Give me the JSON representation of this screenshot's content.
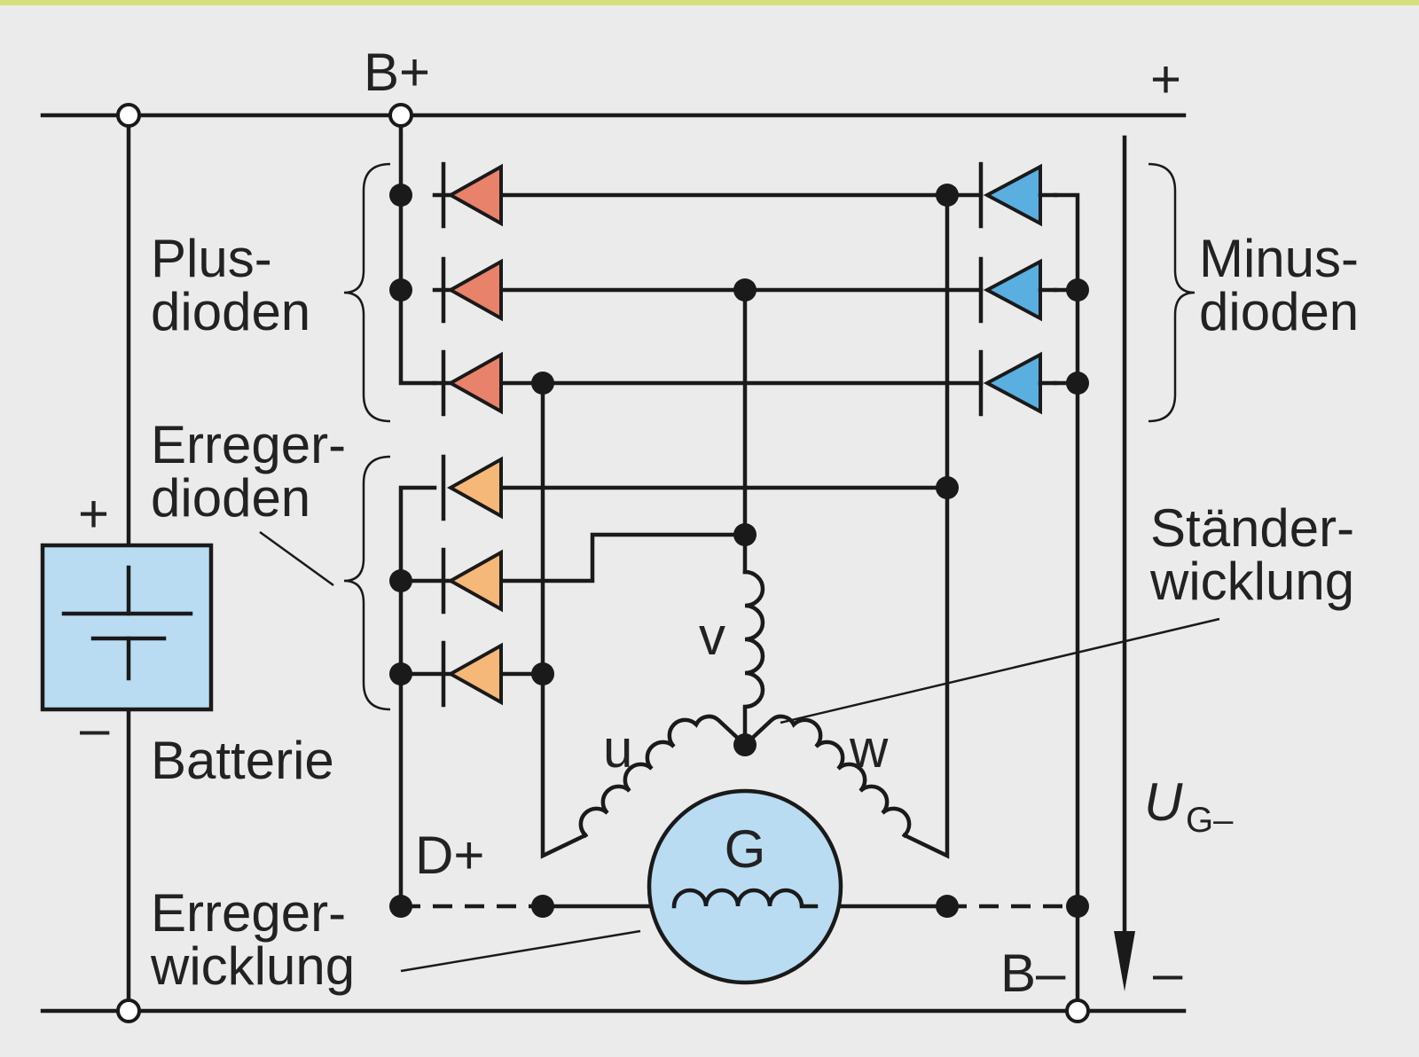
{
  "labels": {
    "b_plus": "B+",
    "top_plus": "+",
    "plus_dioden": [
      "Plus-",
      "dioden"
    ],
    "minus_dioden": [
      "Minus-",
      "dioden"
    ],
    "erreger_dioden": [
      "Erreger-",
      "dioden"
    ],
    "batt_plus": "+",
    "batt_minus": "–",
    "batterie": "Batterie",
    "staender_wicklung": [
      "Ständer-",
      "wicklung"
    ],
    "v": "v",
    "u": "u",
    "w": "w",
    "g": "G",
    "d_plus": "D+",
    "ug_main": "U",
    "ug_sub": "G–",
    "erreger_wicklung": [
      "Erreger-",
      "wicklung"
    ],
    "b_minus": "B–",
    "bottom_minus": "–"
  },
  "colors": {
    "plus_diode": "#e8826a",
    "minus_diode": "#5aaee0",
    "erreger_diode": "#f5b878",
    "battery": "#b9dcf2",
    "generator": "#b9dcf2",
    "background": "#ebebeb",
    "frame_accent": "#d6e07a"
  }
}
